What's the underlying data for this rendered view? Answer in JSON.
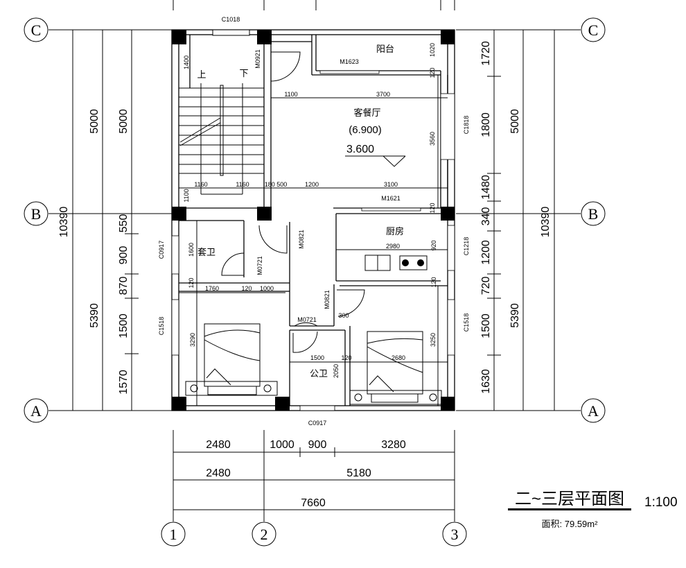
{
  "axes": {
    "C": "C",
    "B": "B",
    "A": "A",
    "n1": "1",
    "n2": "2",
    "n3": "3"
  },
  "left_dims": {
    "total": "10390",
    "upper": "5000",
    "upper2": "5000",
    "lower": "5390",
    "s1": "550",
    "s2": "900",
    "s3": "870",
    "s4": "1500",
    "s5": "1570"
  },
  "right_dims": {
    "total": "10390",
    "upper": "5000",
    "lower": "5390",
    "s1": "1720",
    "s2": "1800",
    "s3": "1480",
    "s4": "340",
    "s5": "1200",
    "s6": "720",
    "s7": "1500",
    "s8": "1630"
  },
  "bottom_dims": {
    "r1": [
      "2480",
      "1000",
      "900",
      "3280"
    ],
    "r2": [
      "2480",
      "5180"
    ],
    "r3": "7660"
  },
  "windows": {
    "top": "C1018",
    "left1": "C0917",
    "left2": "C1518",
    "right1": "C1818",
    "right2": "C1218",
    "right3": "C1518",
    "bottom": "C0917"
  },
  "doors": {
    "stair": "M0921",
    "balcony": "M1623",
    "kitchen": "M1621",
    "ensuite": "M0721",
    "bed1": "M0821",
    "bed2": "M0821",
    "wc": "M0721"
  },
  "rooms": {
    "balcony": "阳台",
    "living": "客餐厅",
    "living_level": "(6.900)",
    "floor_level": "3.600",
    "kitchen": "厨房",
    "ensuite": "套卫",
    "wc": "公卫",
    "up": "上",
    "down": "下"
  },
  "inner_dims": {
    "a1400": "1400",
    "a1020": "1020",
    "a120a": "120",
    "a1100": "1100",
    "a3700": "3700",
    "a3560": "3560",
    "a1160a": "1160",
    "a1160b": "1160",
    "a180": "180 500",
    "a1200": "1200",
    "a3100": "3100",
    "a1100v": "1100",
    "a120b": "120",
    "a1600": "1600",
    "a2980": "2980",
    "a920": "920",
    "a120c": "120",
    "a120d": "120",
    "a1760": "1760",
    "a120e": "120",
    "a1000": "1000",
    "a300": "300",
    "a1500": "1500",
    "a120f": "120",
    "a2680": "2680",
    "a2050": "2050",
    "a3290": "3290",
    "a3250": "3250"
  },
  "title": {
    "name": "二~三层平面图",
    "scale": "1:100",
    "area": "面积: 79.59m²"
  }
}
